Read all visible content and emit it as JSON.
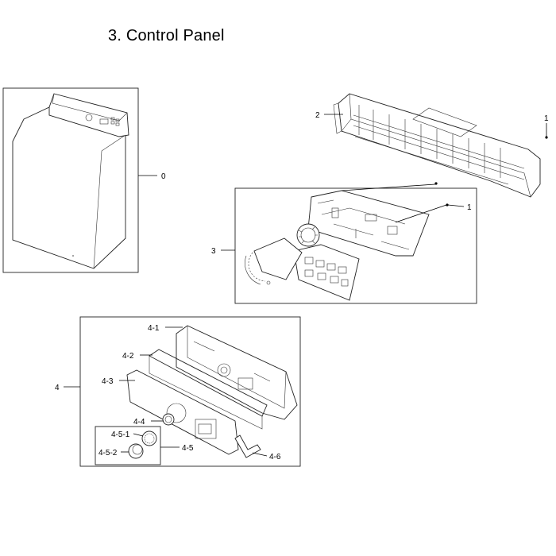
{
  "title": "3. Control Panel",
  "labels": {
    "l0": "0",
    "l1a": "1",
    "l1b": "1",
    "l2": "2",
    "l3": "3",
    "l4": "4",
    "l4_1": "4-1",
    "l4_2": "4-2",
    "l4_3": "4-3",
    "l4_4": "4-4",
    "l4_5": "4-5",
    "l4_5_1": "4-5-1",
    "l4_5_2": "4-5-2",
    "l4_6": "4-6"
  }
}
